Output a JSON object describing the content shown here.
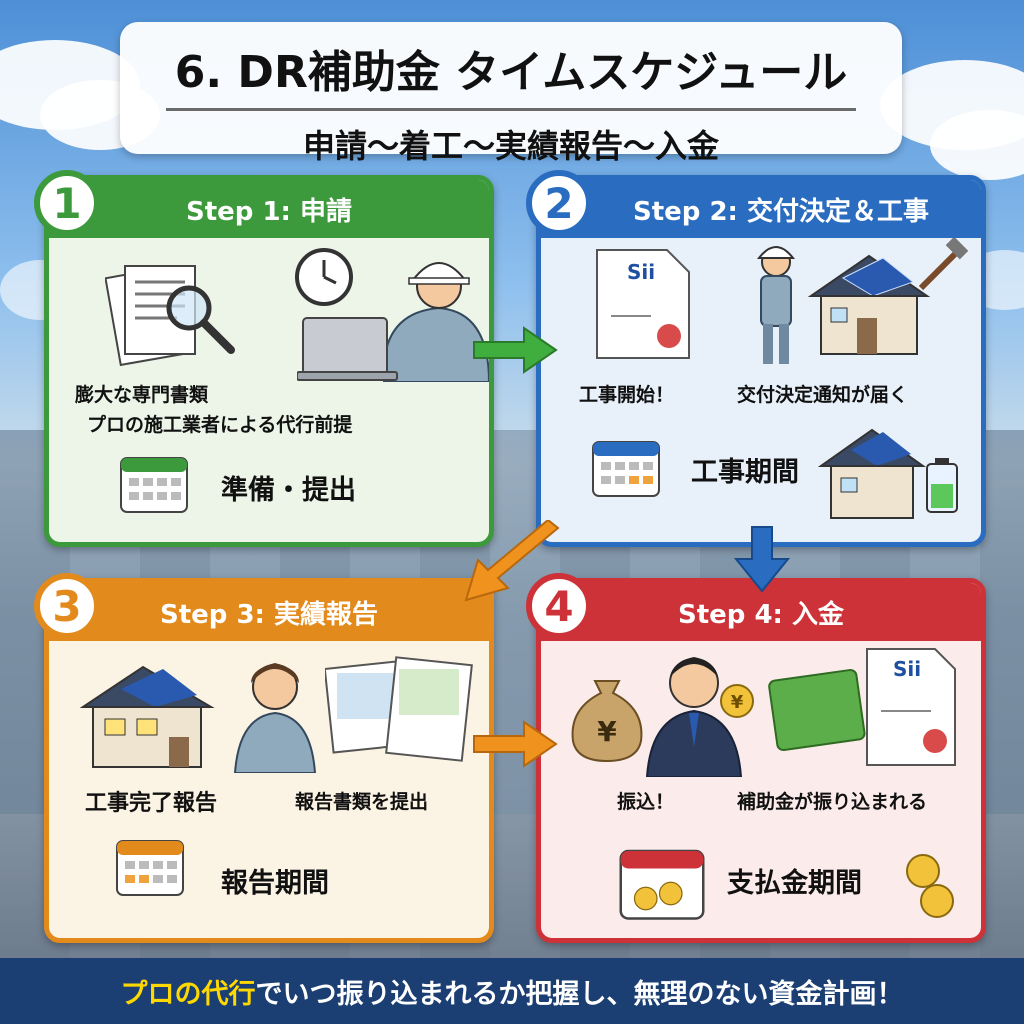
{
  "header": {
    "title": "6. DR補助金 タイムスケジュール",
    "subtitle": "申請〜着工〜実績報告〜入金"
  },
  "steps": [
    {
      "number": "1",
      "heading": "Step 1: 申請",
      "text_a": "膨大な専門書類",
      "text_b": "プロの施工業者による代行前提",
      "period": "準備・提出"
    },
    {
      "number": "2",
      "heading": "Step 2: 交付決定＆工事",
      "doc_logo": "Sii",
      "text_a": "工事開始！",
      "text_b": "交付決定通知が届く",
      "period": "工事期間"
    },
    {
      "number": "3",
      "heading": "Step 3: 実績報告",
      "text_a": "工事完了報告",
      "text_b": "報告書類を提出",
      "period": "報告期間"
    },
    {
      "number": "4",
      "heading": "Step 4: 入金",
      "doc_logo": "Sii",
      "text_a": "振込！",
      "text_b": "補助金が振り込まれる",
      "period": "支払金期間"
    }
  ],
  "footer": {
    "highlight": "プロの代行",
    "rest": "でいつ振り込まれるか把握し、無理のない資金計画！"
  },
  "colors": {
    "step1": "#3c9a3c",
    "step2": "#2a6cc0",
    "step3": "#e38a1c",
    "step4": "#cc3238",
    "banner": "#1c3f73",
    "banner_highlight": "#ffd800"
  },
  "icons": [
    "documents-icon",
    "magnifier-icon",
    "clock-icon",
    "worker-icon",
    "laptop-icon",
    "calendar-icon",
    "certificate-icon",
    "house-solar-icon",
    "battery-icon",
    "tools-icon",
    "photo-icon",
    "money-bag-icon",
    "yen-coin-icon",
    "bankbook-icon"
  ]
}
